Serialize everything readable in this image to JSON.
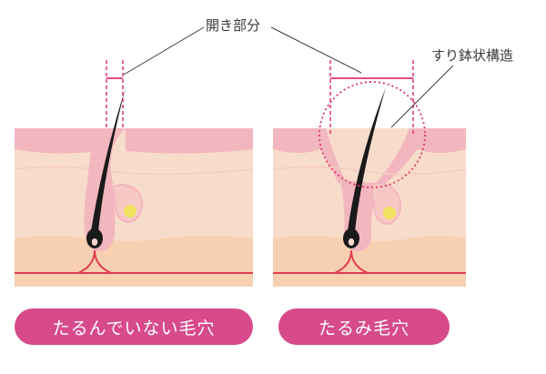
{
  "callouts": {
    "opening_label": "開き部分",
    "funnel_label": "すり鉢状構造"
  },
  "panels": {
    "left_label": "たるんでいない毛穴",
    "right_label": "たるみ毛穴"
  },
  "colors": {
    "pill": "#d74a8c",
    "epidermis": "#f2b6bf",
    "dermis": "#f8dccb",
    "fat": "#f6d0b0",
    "blood_vessel": "#e03c52",
    "hair": "#1a1a1a",
    "guide": "#e3346b",
    "gland": "#f2e060"
  },
  "icons": {
    "hair": "hair-strand-icon",
    "sebaceous_gland": "sebaceous-gland-icon"
  }
}
